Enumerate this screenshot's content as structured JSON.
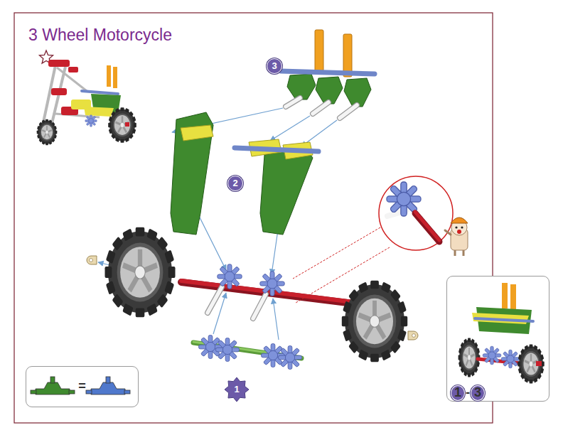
{
  "diagram": {
    "title": "3 Wheel Motorcycle",
    "nodes": [
      {
        "text": [
          "3"
        ]
      },
      {
        "text": [
          "2"
        ]
      },
      {
        "text": [
          "1"
        ]
      },
      {
        "text": [
          "="
        ]
      },
      {
        "text": [
          "-"
        ]
      },
      {
        "text": [
          "1"
        ],
        "in": 4
      },
      {
        "text": [
          "3"
        ],
        "in": 4
      }
    ]
  }
}
